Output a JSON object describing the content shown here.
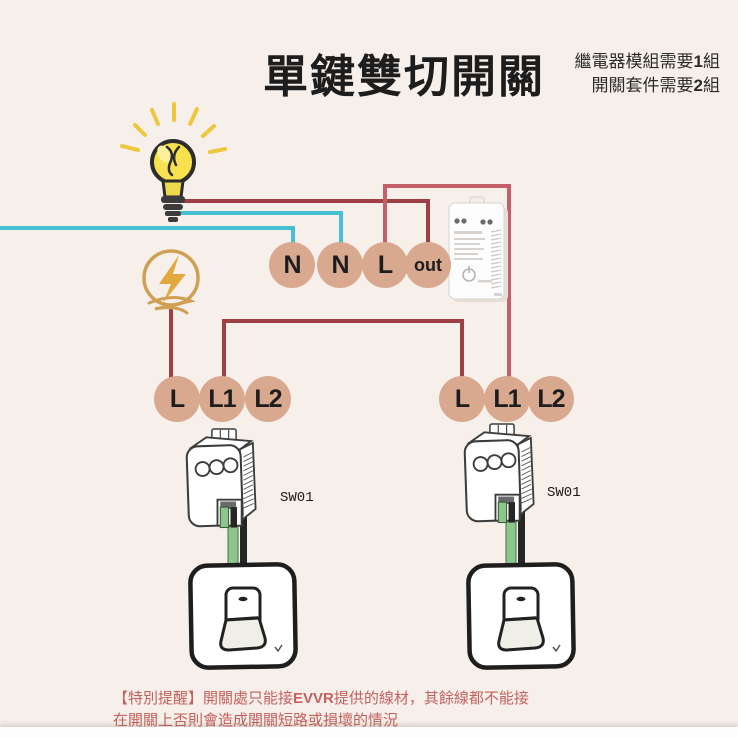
{
  "header": {
    "title": "單鍵雙切開關",
    "requirement_line1": {
      "prefix": "繼電器模組需要",
      "count": "1",
      "suffix": "組"
    },
    "requirement_line2": {
      "prefix": "開關套件需要",
      "count": "2",
      "suffix": "組"
    }
  },
  "diagram": {
    "relay_terminals": [
      {
        "label": "N"
      },
      {
        "label": "N"
      },
      {
        "label": "L"
      },
      {
        "label": "out"
      }
    ],
    "left_switch_terminals": [
      {
        "label": "L"
      },
      {
        "label": "L1"
      },
      {
        "label": "L2"
      }
    ],
    "right_switch_terminals": [
      {
        "label": "L"
      },
      {
        "label": "L1"
      },
      {
        "label": "L2"
      }
    ],
    "left_module_label": "SW01",
    "right_module_label": "SW01"
  },
  "footer": {
    "warning_prefix": "【特別提醒】開關處只能接",
    "warning_brand": "EVVR",
    "warning_suffix": "提供的線材，其餘線都不能接",
    "warning_line2": "在開關上否則會造成開關短路或損壞的情況"
  },
  "colors": {
    "background": "#f7f0ea",
    "wire_neutral_cyan": "#45c0d2",
    "wire_live_maroon": "#9d3f44",
    "wire_live_rose": "#c4606a",
    "terminal_fill": "#d8a98f",
    "warning_text": "#c4615e",
    "accent_gold": "#cfa053",
    "bulb_yellow": "#f8e14e",
    "wire_green": "#8cc68c",
    "wire_black": "#262626"
  }
}
